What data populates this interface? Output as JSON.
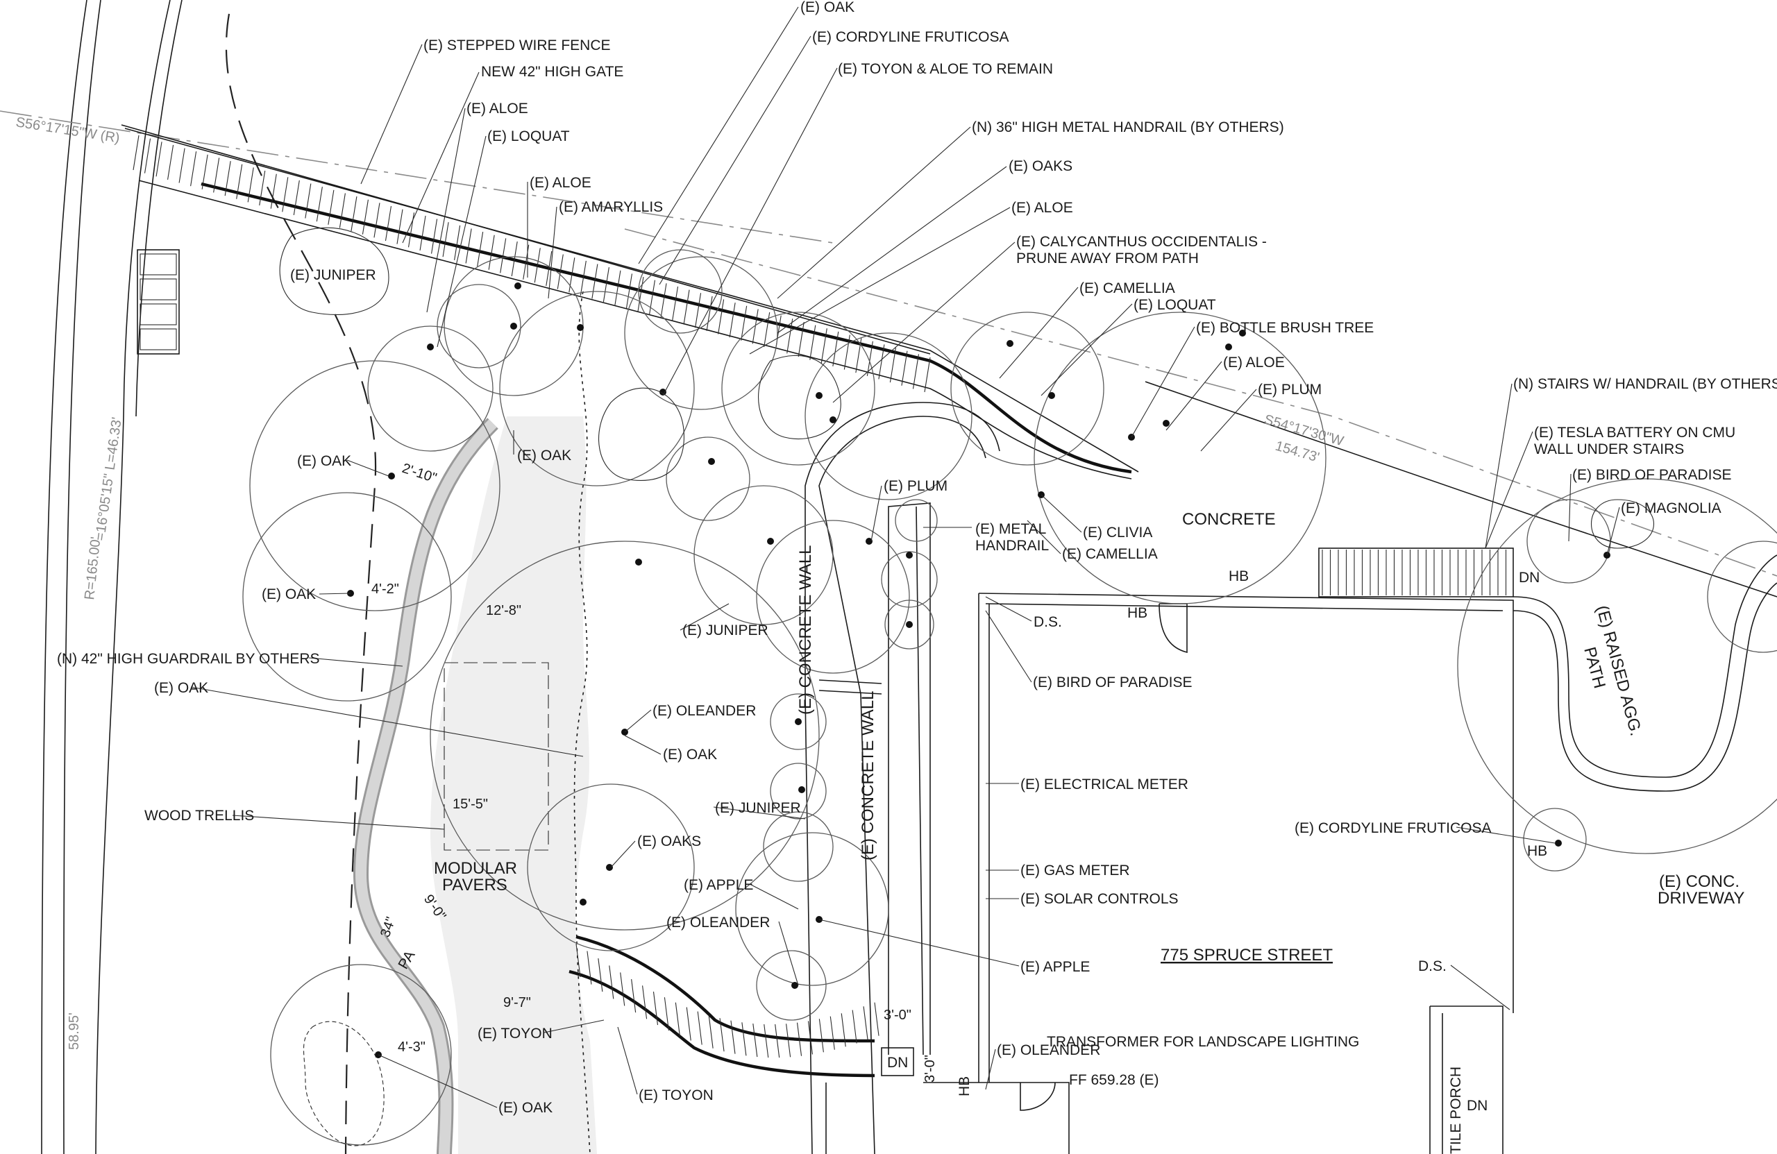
{
  "labels": {
    "oak_top": "(E) OAK",
    "cordyline_top": "(E) CORDYLINE FRUTICOSA",
    "toyon_aloe": "(E) TOYON & ALOE TO REMAIN",
    "stepped_fence": "(E) STEPPED WIRE FENCE",
    "new_gate": "NEW 42\" HIGH GATE",
    "aloe_1": "(E) ALOE",
    "loquat_1": "(E) LOQUAT",
    "aloe_2": "(E) ALOE",
    "amaryllis": "(E) AMARYLLIS",
    "juniper_1": "(E) JUNIPER",
    "handrail_metal": "(N) 36\" HIGH METAL HANDRAIL (BY OTHERS)",
    "oaks_1": "(E) OAKS",
    "aloe_3": "(E) ALOE",
    "calycanthus_1": "(E) CALYCANTHUS OCCIDENTALIS -",
    "calycanthus_2": "PRUNE AWAY FROM PATH",
    "camellia_1": "(E) CAMELLIA",
    "loquat_2": "(E) LOQUAT",
    "bottle_brush": "(E) BOTTLE BRUSH TREE",
    "aloe_4": "(E) ALOE",
    "plum_1": "(E) PLUM",
    "stairs_handrail": "(N) STAIRS W/ HANDRAIL (BY OTHERS)",
    "tesla_1": "(E) TESLA BATTERY ON CMU",
    "tesla_2": "WALL UNDER STAIRS",
    "bird_paradise_1": "(E) BIRD OF PARADISE",
    "magnolia": "(E) MAGNOLIA",
    "oak_2": "(E) OAK",
    "oak_3": "(E) OAK",
    "plum_2": "(E) PLUM",
    "metal_handrail_1": "(E) METAL",
    "metal_handrail_2": "HANDRAIL",
    "clivia": "(E) CLIVIA",
    "camellia_2": "(E) CAMELLIA",
    "concrete": "CONCRETE",
    "oak_4": "(E) OAK",
    "juniper_2": "(E) JUNIPER",
    "guardrail": "(N) 42\" HIGH GUARDRAIL BY OTHERS",
    "oak_5": "(E) OAK",
    "oleander_1": "(E) OLEANDER",
    "oak_6": "(E) OAK",
    "juniper_3": "(E) JUNIPER",
    "wood_trellis": "WOOD TRELLIS",
    "oaks_2": "(E) OAKS",
    "modular_1": "MODULAR",
    "modular_2": "PAVERS",
    "apple_1": "(E) APPLE",
    "oleander_2": "(E) OLEANDER",
    "apple_2": "(E) APPLE",
    "concrete_wall_1": "(E) CONCRETE WALL",
    "concrete_wall_2": "(E) CONCRETE WALL",
    "ds_1": "D.S.",
    "hb_1": "HB",
    "hb_2": "HB",
    "bird_paradise_2": "(E) BIRD OF PARADISE",
    "electrical_meter": "(E) ELECTRICAL METER",
    "gas_meter": "(E) GAS METER",
    "solar_controls": "(E) SOLAR CONTROLS",
    "address": "775 SPRUCE STREET",
    "cordyline_2": "(E) CORDYLINE FRUTICOSA",
    "hb_3": "HB",
    "conc_driveway_1": "(E) CONC.",
    "conc_driveway_2": "DRIVEWAY",
    "ds_2": "D.S.",
    "raised_path_1": "(E) RAISED AGG.",
    "raised_path_2": "PATH",
    "dn_1": "DN",
    "toyon_1": "(E) TOYON",
    "toyon_2": "(E) TOYON",
    "oak_7": "(E) OAK",
    "oleander_3": "(E) OLEANDER",
    "transformer": "TRANSFORMER FOR LANDSCAPE LIGHTING",
    "ff": "FF 659.28 (E)",
    "hb_4": "HB",
    "dn_2": "DN",
    "dn_3": "DN",
    "tile_porch": "TILE PORCH",
    "pa": "PA"
  },
  "dimensions": {
    "d1": "2'-10\"",
    "d2": "4'-2\"",
    "d3": "12'-8\"",
    "d4": "15'-5\"",
    "d5": "9'-0\"",
    "d6": "34\"",
    "d7": "9'-7\"",
    "d8": "4'-3\"",
    "d9": "3'-0\"",
    "d10": "3'-0\""
  },
  "survey": {
    "bearing_1": "S56°17'15\"W (R)",
    "bearing_2": "S54°17'30\"W",
    "dist_1": "154.73'",
    "arc_1": "=16°05'15\"  L=46.33'",
    "radius": "R=165.00'",
    "dist_2": "58.95'"
  }
}
